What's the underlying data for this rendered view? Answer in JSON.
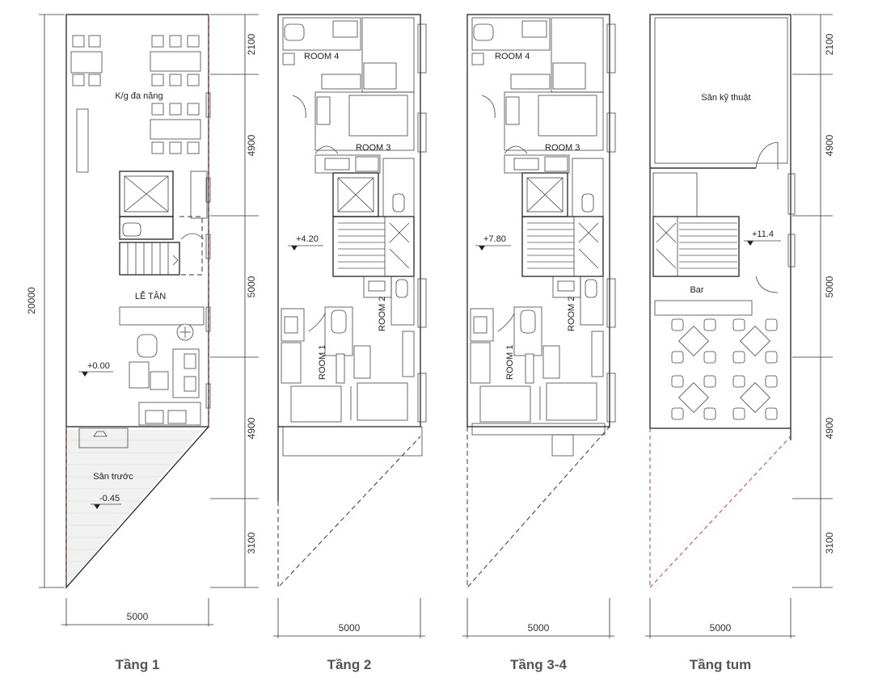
{
  "floors": [
    {
      "title": "Tầng 1",
      "width_dim": "5000"
    },
    {
      "title": "Tầng 2",
      "width_dim": "5000"
    },
    {
      "title": "Tầng 3-4",
      "width_dim": "5000"
    },
    {
      "title": "Tầng tum",
      "width_dim": "5000"
    }
  ],
  "total_length": "20000",
  "segments_left": [
    "2100",
    "4900",
    "5000",
    "4900",
    "3100"
  ],
  "rooms": {
    "kg_da_nang": "K/g đa năng",
    "le_tan": "LỄ TÂN",
    "san_truoc": "Sân trước",
    "room4": "ROOM 4",
    "room3": "ROOM 3",
    "room2": "ROOM 2",
    "room1": "ROOM 1",
    "san_ky_thuat": "Sân kỹ thuật",
    "bar": "Bar"
  },
  "levels": {
    "f1": "+0.00",
    "f1_front": "-0.45",
    "f2": "+4.20",
    "f3": "+7.80",
    "tum": "+11.4"
  }
}
